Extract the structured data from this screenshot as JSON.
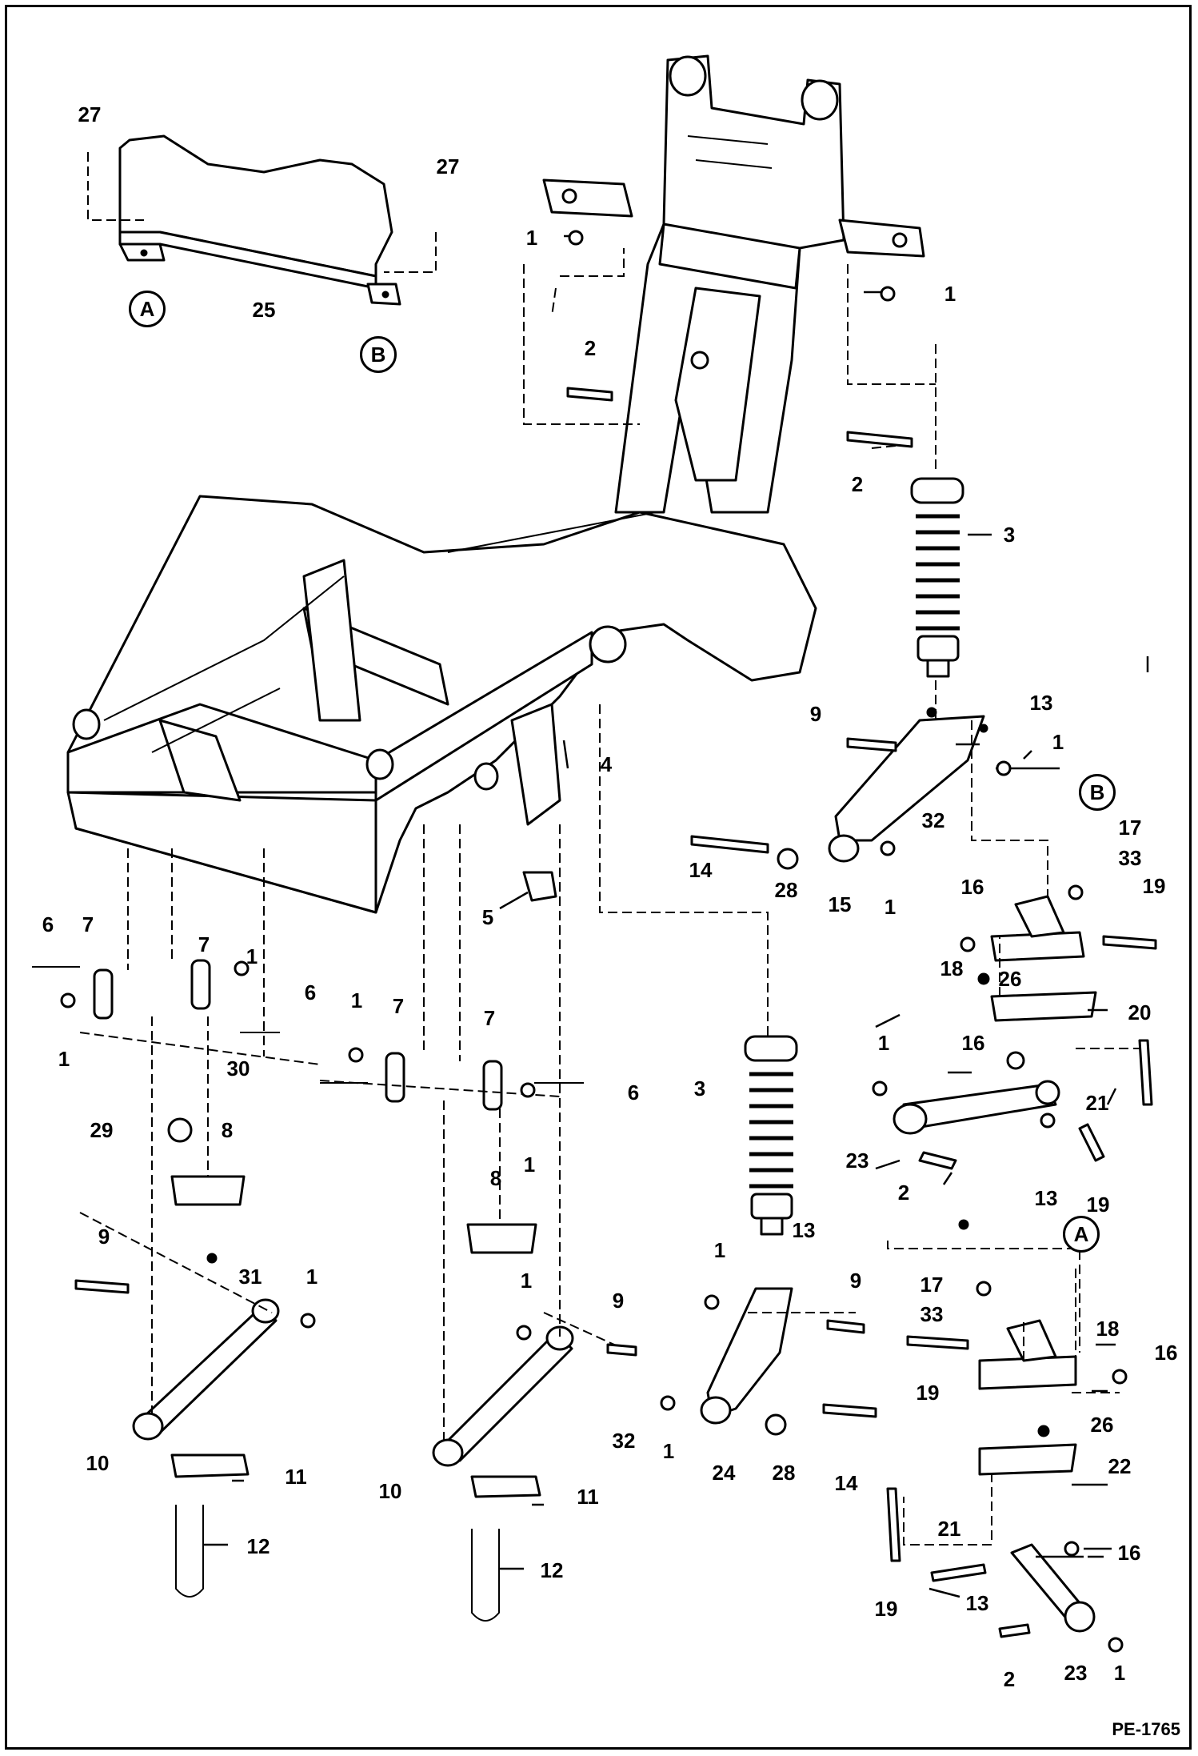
{
  "document_id": "PE-1765",
  "circle_refs": {
    "a_top": "A",
    "b_top": "B",
    "b_right": "B",
    "a_right": "A"
  },
  "callouts": {
    "c27a": "27",
    "c27b": "27",
    "c25": "25",
    "c1_topl": "1",
    "c1_topr": "1",
    "c2_top": "2",
    "c2_mid": "2",
    "c3_top": "3",
    "c3_mid": "3",
    "c4": "4",
    "c5": "5",
    "c9_top": "9",
    "c13_top": "13",
    "c1_arm": "1",
    "c14_top": "14",
    "c28_top": "28",
    "c15": "15",
    "c1_armb": "1",
    "c32_top": "32",
    "c17_top": "17",
    "c33_top": "33",
    "c16_top": "16",
    "c19_top": "19",
    "c18_top": "18",
    "c26_top": "26",
    "c20": "20",
    "c6_a": "6",
    "c7_a": "7",
    "c7_b": "7",
    "c1_la": "1",
    "c1_lb": "1",
    "c6_b": "6",
    "c1_ma": "1",
    "c7_c": "7",
    "c7_d": "7",
    "c6_c": "6",
    "c1_mb": "1",
    "c30": "30",
    "c29": "29",
    "c8_a": "8",
    "c8_b": "8",
    "c31": "31",
    "c1_tri": "1",
    "c16_tri": "16",
    "c21_top": "21",
    "c23_top": "23",
    "c2_tri": "2",
    "c13_tri": "13",
    "c19_tri": "19",
    "c9_l": "9",
    "c1_l": "1",
    "c9_m": "9",
    "c1_m": "1",
    "c10_a": "10",
    "c11_a": "11",
    "c12_a": "12",
    "c10_b": "10",
    "c11_b": "11",
    "c12_b": "12",
    "c1_lowarm": "1",
    "c13_lowarm": "13",
    "c9_lowarm": "9",
    "c32_low": "32",
    "c1_low": "1",
    "c24": "24",
    "c28_low": "28",
    "c14_low": "14",
    "c17_low": "17",
    "c33_low": "33",
    "c18_low": "18",
    "c16_low": "16",
    "c19_low": "19",
    "c26_low": "26",
    "c22": "22",
    "c21_low": "21",
    "c16_bot": "16",
    "c19_bot": "19",
    "c13_bot": "13",
    "c2_bot": "2",
    "c23_bot": "23",
    "c1_bot": "1"
  }
}
